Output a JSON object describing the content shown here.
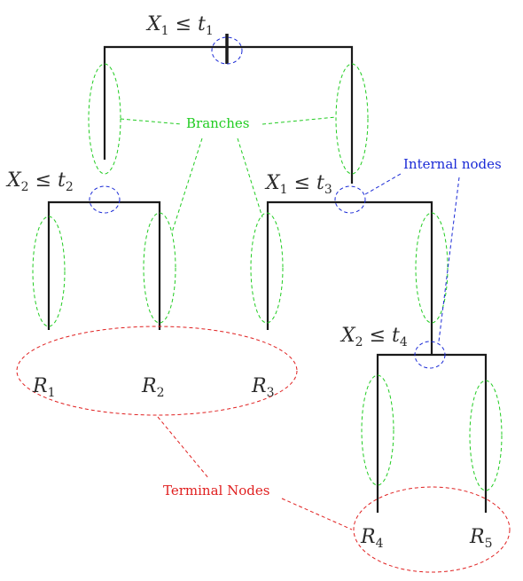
{
  "colors": {
    "branches": "#22cc22",
    "internal_nodes": "#1a2ad6",
    "terminal_nodes": "#e02020",
    "tree": "#1a1a1a"
  },
  "annotations": {
    "branches": "Branches",
    "internal_nodes": "Internal nodes",
    "terminal_nodes": "Terminal Nodes"
  },
  "splits": [
    {
      "var": "X",
      "var_sub": "1",
      "op": " ≤ ",
      "thr": "t",
      "thr_sub": "1"
    },
    {
      "var": "X",
      "var_sub": "2",
      "op": " ≤ ",
      "thr": "t",
      "thr_sub": "2"
    },
    {
      "var": "X",
      "var_sub": "1",
      "op": " ≤ ",
      "thr": "t",
      "thr_sub": "3"
    },
    {
      "var": "X",
      "var_sub": "2",
      "op": " ≤ ",
      "thr": "t",
      "thr_sub": "4"
    }
  ],
  "leaves": [
    {
      "name": "R",
      "sub": "1"
    },
    {
      "name": "R",
      "sub": "2"
    },
    {
      "name": "R",
      "sub": "3"
    },
    {
      "name": "R",
      "sub": "4"
    },
    {
      "name": "R",
      "sub": "5"
    }
  ]
}
